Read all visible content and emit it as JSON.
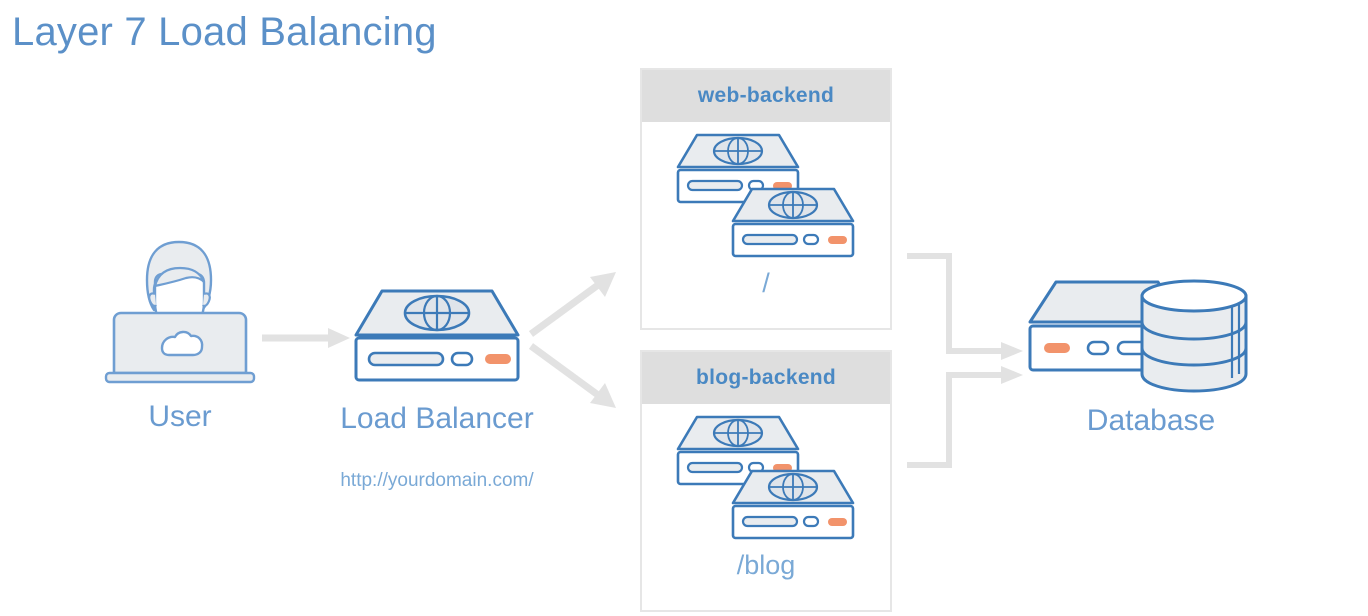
{
  "title": "Layer 7 Load Balancing",
  "theme": {
    "title_color": "#5b90c8",
    "label_color": "#6a9bd0",
    "icon_stroke": "#3c7ab8",
    "icon_fill": "#e9ecef",
    "accent_orange": "#f2936b",
    "arrow_gray": "#e2e2e2",
    "group_header_bg": "#dedede",
    "group_border": "#e6e6e6",
    "group_title_color": "#4a89c4",
    "background": "#ffffff"
  },
  "nodes": {
    "user": {
      "label": "User",
      "icon": "user-laptop-icon"
    },
    "load_balancer": {
      "label": "Load Balancer",
      "url": "http://yourdomain.com/",
      "icon": "server-globe-icon"
    },
    "database": {
      "label": "Database",
      "icon": "database-server-icon"
    }
  },
  "groups": [
    {
      "name": "web-backend",
      "path": "/",
      "icon": "server-pair-icon"
    },
    {
      "name": "blog-backend",
      "path": "/blog",
      "icon": "server-pair-icon"
    }
  ],
  "connectors": [
    {
      "name": "user-to-load-balancer",
      "style": "straight-arrow"
    },
    {
      "name": "load-balancer-to-web-backend",
      "style": "diagonal-arrow-up"
    },
    {
      "name": "load-balancer-to-blog-backend",
      "style": "diagonal-arrow-down"
    },
    {
      "name": "web-backend-to-database",
      "style": "elbow-arrow-down"
    },
    {
      "name": "blog-backend-to-database",
      "style": "elbow-arrow-up"
    }
  ]
}
